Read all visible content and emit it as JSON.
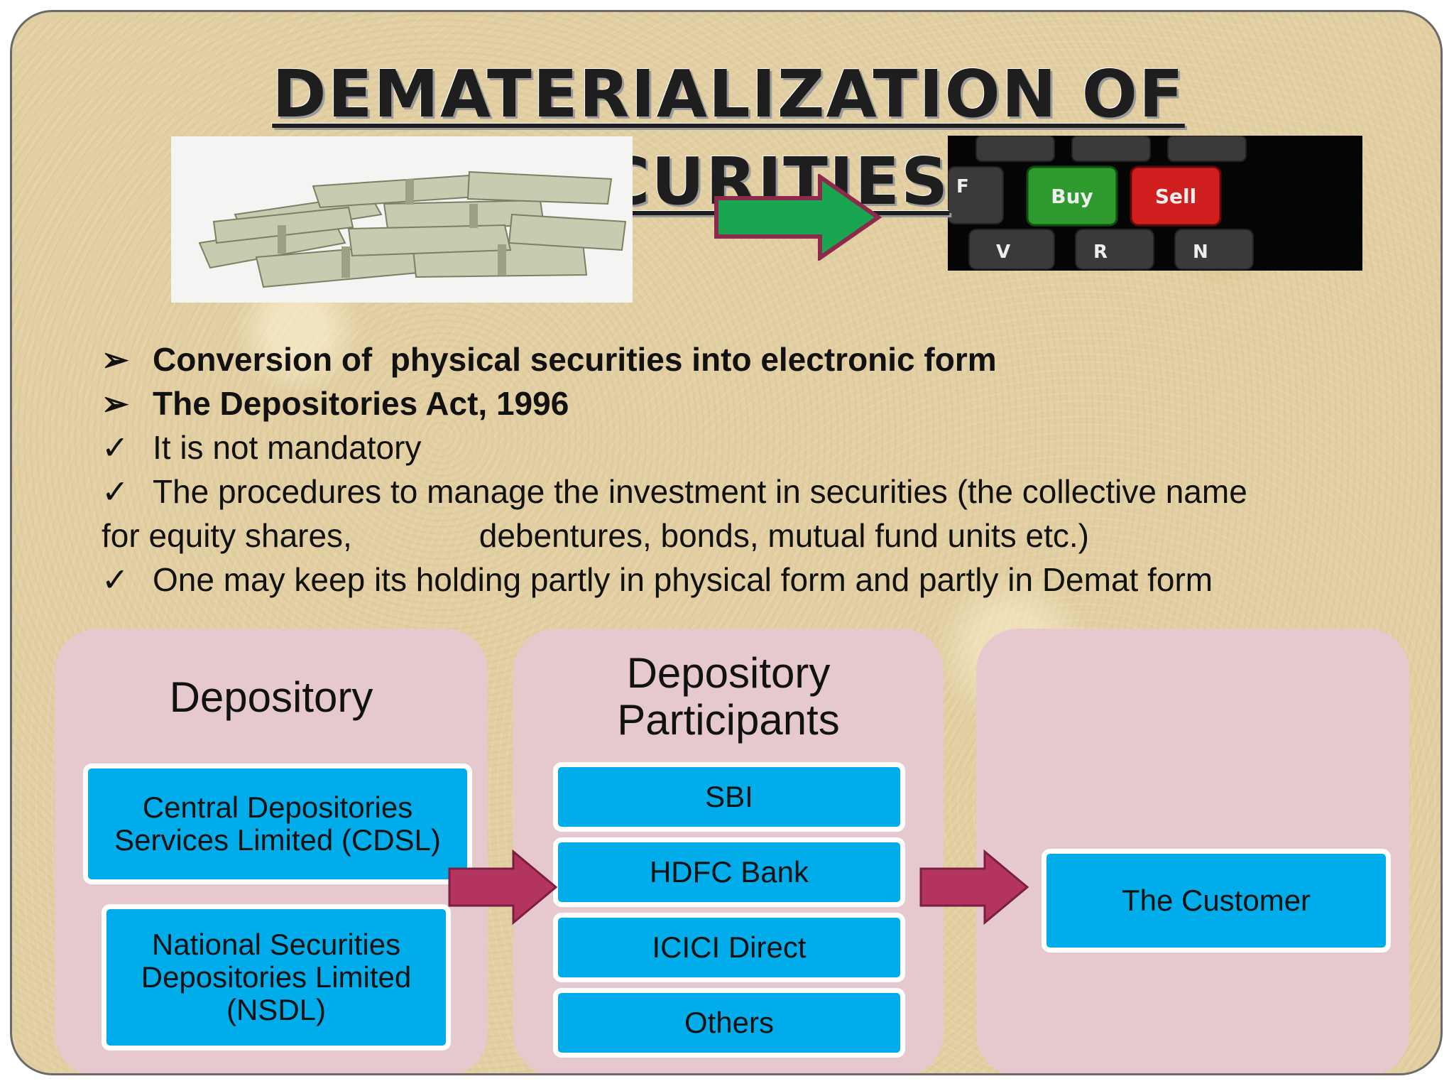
{
  "title": {
    "line1": "DEMATERIALIZATION OF",
    "line2": "SECURITIES"
  },
  "images": [
    {
      "name": "money-stacks-photo",
      "description": "stacks of dollar bills"
    },
    {
      "name": "keyboard-buy-sell-photo",
      "keys": [
        "F",
        "Buy",
        "Sell",
        "V",
        "R",
        "N"
      ]
    }
  ],
  "bullets": [
    {
      "marker": "➢",
      "text": "Conversion of  physical securities into electronic form",
      "bold": true
    },
    {
      "marker": "➢",
      "text": "The Depositories Act, 1996",
      "bold": true
    },
    {
      "marker": "✓",
      "text": "It is not mandatory",
      "bold": false
    },
    {
      "marker": "✓",
      "text": "The procedures to manage the investment in securities (the collective name",
      "bold": false
    },
    {
      "marker": "",
      "text": "for equity shares,              debentures, bonds, mutual fund units etc.)",
      "bold": false
    },
    {
      "marker": "✓",
      "text": "One may keep its holding partly in physical form and partly in Demat form",
      "bold": false
    }
  ],
  "diagram": {
    "depository": {
      "title": "Depository",
      "items": [
        "Central Depositories Services Limited (CDSL)",
        "National Securities Depositories Limited (NSDL)"
      ]
    },
    "participants": {
      "title": "Depository Participants",
      "items": [
        "SBI",
        "HDFC Bank",
        "ICICI Direct",
        "Others"
      ]
    },
    "customer": {
      "title": "",
      "items": [
        "The Customer"
      ]
    }
  },
  "colors": {
    "background": "#e2cfa3",
    "group_fill": "#e6c8cf",
    "box_fill": "#00adea",
    "arrow_fill": "#b3345f",
    "hero_arrow_fill": "#1aa650",
    "hero_arrow_stroke": "#8b2a4a",
    "buy_key": "#2e9a2e",
    "sell_key": "#d11f1f"
  }
}
